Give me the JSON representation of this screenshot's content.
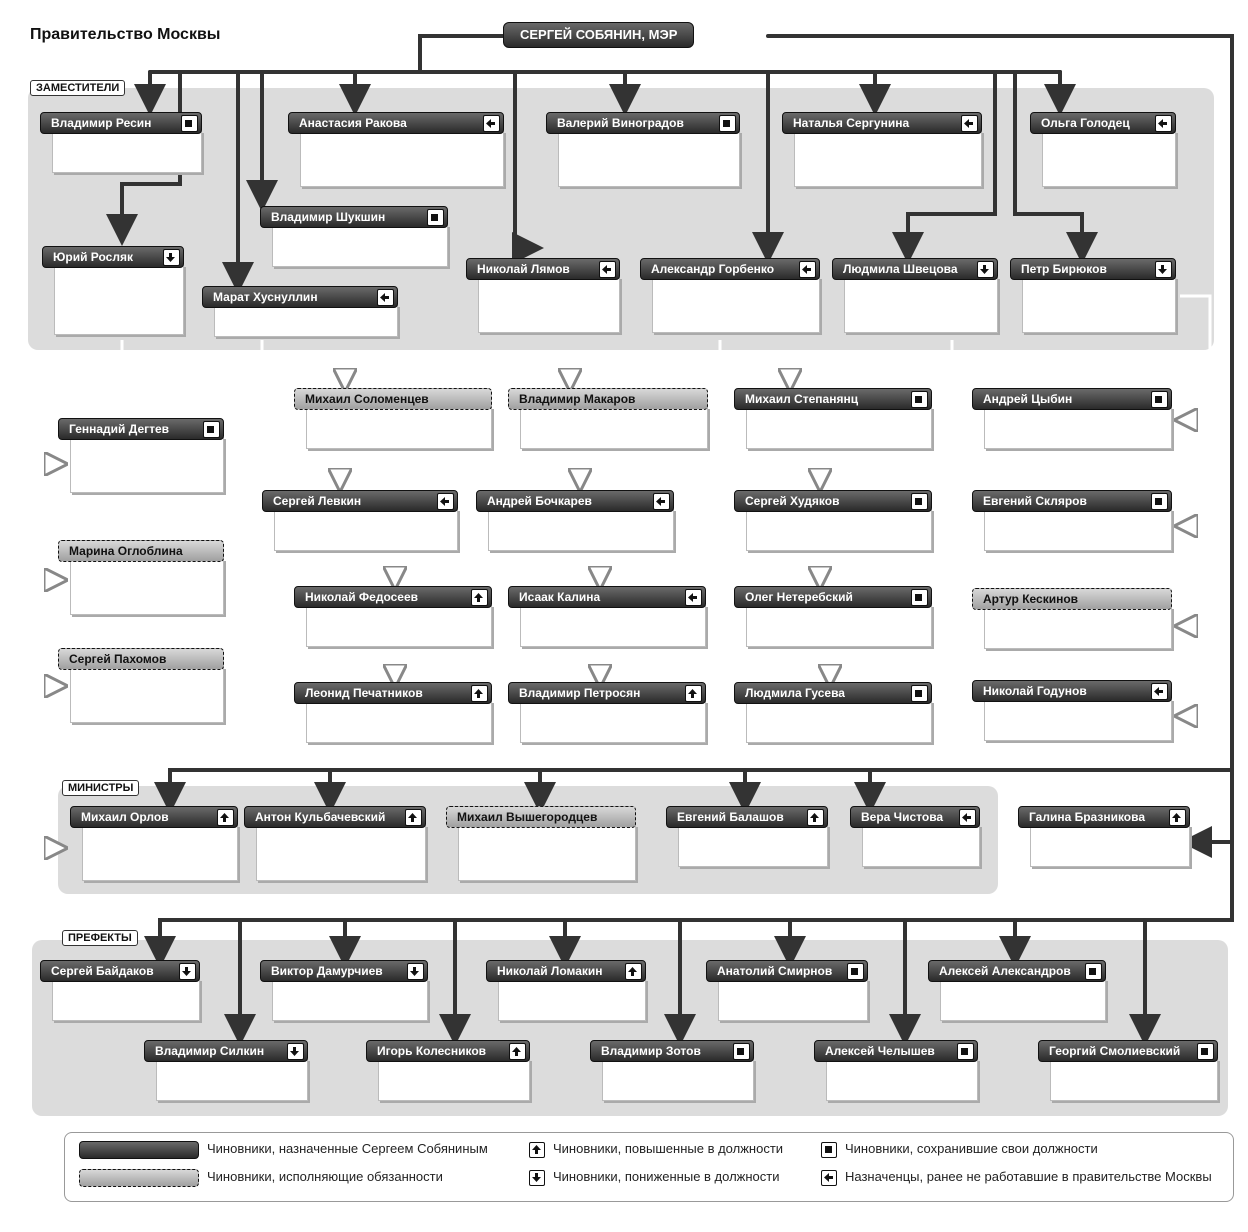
{
  "page_title": "Правительство Москвы",
  "credit": "",
  "mayor": {
    "name": "СЕРГЕЙ СОБЯНИН, МЭР"
  },
  "sections": {
    "deputies": "ЗАМЕСТИТЕЛИ",
    "ministers": "МИНИСТРЫ",
    "prefects": "ПРЕФЕКТЫ"
  },
  "deputies": [
    {
      "id": "resin",
      "name": "Владимир Ресин",
      "desc": "",
      "badge": "kept",
      "acting": false
    },
    {
      "id": "rakova",
      "name": "Анастасия Ракова",
      "desc": "",
      "badge": "new",
      "acting": false
    },
    {
      "id": "vinogradov",
      "name": "Валерий Виноградов",
      "desc": "",
      "badge": "kept",
      "acting": false
    },
    {
      "id": "sergunina",
      "name": "Наталья Сергунина",
      "desc": "",
      "badge": "new",
      "acting": false
    },
    {
      "id": "golodets",
      "name": "Ольга Голодец",
      "desc": "",
      "badge": "new",
      "acting": false
    },
    {
      "id": "shukshin",
      "name": "Владимир Шукшин",
      "desc": "",
      "badge": "kept",
      "acting": false
    },
    {
      "id": "roslyak",
      "name": "Юрий Росляк",
      "desc": "",
      "badge": "down",
      "acting": false
    },
    {
      "id": "khusnullin",
      "name": "Марат Хуснуллин",
      "desc": "",
      "badge": "new",
      "acting": false
    },
    {
      "id": "lyamov",
      "name": "Николай Лямов",
      "desc": "",
      "badge": "new",
      "acting": false
    },
    {
      "id": "gorbenko",
      "name": "Александр Горбенко",
      "desc": "",
      "badge": "new",
      "acting": false
    },
    {
      "id": "shvetsova",
      "name": "Людмила Швецова",
      "desc": "",
      "badge": "down",
      "acting": false
    },
    {
      "id": "biryukov",
      "name": "Петр Бирюков",
      "desc": "",
      "badge": "down",
      "acting": false
    }
  ],
  "departments": [
    {
      "id": "degtev",
      "name": "Геннадий Дегтев",
      "desc": "",
      "badge": "kept",
      "acting": false
    },
    {
      "id": "oglоblina",
      "name": "Марина Оглоблина",
      "desc": "",
      "badge": "none",
      "acting": true
    },
    {
      "id": "pakhomov",
      "name": "Сергей Пахомов",
      "desc": "",
      "badge": "none",
      "acting": true
    },
    {
      "id": "solomentsev",
      "name": "Михаил Соломенцев",
      "desc": "",
      "badge": "none",
      "acting": true
    },
    {
      "id": "makarov",
      "name": "Владимир Макаров",
      "desc": "",
      "badge": "none",
      "acting": true
    },
    {
      "id": "stepanyants",
      "name": "Михаил Степанянц",
      "desc": "",
      "badge": "kept",
      "acting": false
    },
    {
      "id": "tsybin",
      "name": "Андрей Цыбин",
      "desc": "",
      "badge": "kept",
      "acting": false
    },
    {
      "id": "levkin",
      "name": "Сергей Левкин",
      "desc": "",
      "badge": "new",
      "acting": false
    },
    {
      "id": "bochkarev",
      "name": "Андрей Бочкарев",
      "desc": "",
      "badge": "new",
      "acting": false
    },
    {
      "id": "khudyakov",
      "name": "Сергей Худяков",
      "desc": "",
      "badge": "kept",
      "acting": false
    },
    {
      "id": "sklyarov",
      "name": "Евгений Скляров",
      "desc": "",
      "badge": "kept",
      "acting": false
    },
    {
      "id": "fedoseev",
      "name": "Николай Федосеев",
      "desc": "",
      "badge": "up",
      "acting": false
    },
    {
      "id": "kalina",
      "name": "Исаак Калина",
      "desc": "",
      "badge": "new",
      "acting": false
    },
    {
      "id": "neterebsky",
      "name": "Олег Нетеребский",
      "desc": "",
      "badge": "kept",
      "acting": false
    },
    {
      "id": "keskinov",
      "name": "Артур Кескинов",
      "desc": "",
      "badge": "none",
      "acting": true
    },
    {
      "id": "pechatnikov",
      "name": "Леонид Печатников",
      "desc": "",
      "badge": "up",
      "acting": false
    },
    {
      "id": "petrosyan",
      "name": "Владимир Петросян",
      "desc": "",
      "badge": "up",
      "acting": false
    },
    {
      "id": "guseva",
      "name": "Людмила Гусева",
      "desc": "",
      "badge": "kept",
      "acting": false
    },
    {
      "id": "godunov",
      "name": "Николай Годунов",
      "desc": "",
      "badge": "new",
      "acting": false
    }
  ],
  "ministers": [
    {
      "id": "orlov",
      "name": "Михаил Орлов",
      "desc": "",
      "badge": "up",
      "acting": false
    },
    {
      "id": "kulbachevsky",
      "name": "Антон Кульбачевский",
      "desc": "",
      "badge": "up",
      "acting": false
    },
    {
      "id": "vyshegorodtsev",
      "name": "Михаил Вышегородцев",
      "desc": "",
      "badge": "none",
      "acting": true
    },
    {
      "id": "balashov",
      "name": "Евгений Балашов",
      "desc": "",
      "badge": "up",
      "acting": false
    },
    {
      "id": "chistova",
      "name": "Вера Чистова",
      "desc": "",
      "badge": "new",
      "acting": false
    },
    {
      "id": "braznikova",
      "name": "Галина Бразникова",
      "desc": "",
      "badge": "up",
      "acting": false
    }
  ],
  "prefects": [
    {
      "id": "baidakov",
      "name": "Сергей Байдаков",
      "desc": "",
      "badge": "down",
      "acting": false
    },
    {
      "id": "damurchiev",
      "name": "Виктор Дамурчиев",
      "desc": "",
      "badge": "down",
      "acting": false
    },
    {
      "id": "lomakin",
      "name": "Николай Ломакин",
      "desc": "",
      "badge": "up",
      "acting": false
    },
    {
      "id": "smirnov",
      "name": "Анатолий Смирнов",
      "desc": "",
      "badge": "kept",
      "acting": false
    },
    {
      "id": "aleksandrov",
      "name": "Алексей Александров",
      "desc": "",
      "badge": "kept",
      "acting": false
    },
    {
      "id": "silkin",
      "name": "Владимир Силкин",
      "desc": "",
      "badge": "down",
      "acting": false
    },
    {
      "id": "kolesnikov",
      "name": "Игорь Колесников",
      "desc": "",
      "badge": "up",
      "acting": false
    },
    {
      "id": "zotov",
      "name": "Владимир Зотов",
      "desc": "",
      "badge": "kept",
      "acting": false
    },
    {
      "id": "chelyshev",
      "name": "Алексей Челышев",
      "desc": "",
      "badge": "kept",
      "acting": false
    },
    {
      "id": "smolievsky",
      "name": "Георгий Смолиевский",
      "desc": "",
      "badge": "kept",
      "acting": false
    }
  ],
  "legend": {
    "appointed": "Чиновники, назначенные Сергеем Собяниным",
    "acting": "Чиновники, исполняющие обязанности",
    "up": "Чиновники, повышенные в должности",
    "down": "Чиновники, пониженные в должности",
    "kept": "Чиновники, сохранившие свои должности",
    "new": "Назначенцы, ранее не работавшие в правительстве Москвы"
  }
}
